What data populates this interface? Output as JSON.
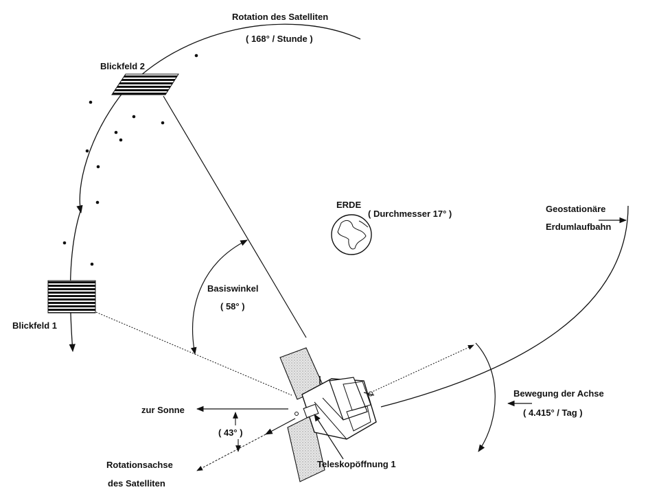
{
  "labels": {
    "rotation_title": "Rotation des Satelliten",
    "rotation_rate": "( 168° / Stunde )",
    "field2": "Blickfeld 2",
    "field1": "Blickfeld 1",
    "earth": "ERDE",
    "earth_diameter": "( Durchmesser 17° )",
    "geo_line1": "Geostationäre",
    "geo_line2": "Erdumlaufbahn",
    "base_angle": "Basiswinkel",
    "base_angle_value": "( 58° )",
    "sun": "zur Sonne",
    "sun_angle": "( 43° )",
    "axis_motion": "Bewegung der Achse",
    "axis_rate": "( 4.415° / Tag )",
    "rot_axis_line1": "Rotationsachse",
    "rot_axis_line2": "des Satelliten",
    "telescope": "Teleskopöffnung 1"
  },
  "colors": {
    "ink": "#111111",
    "background": "#ffffff",
    "panel": "#cfcfcf"
  }
}
